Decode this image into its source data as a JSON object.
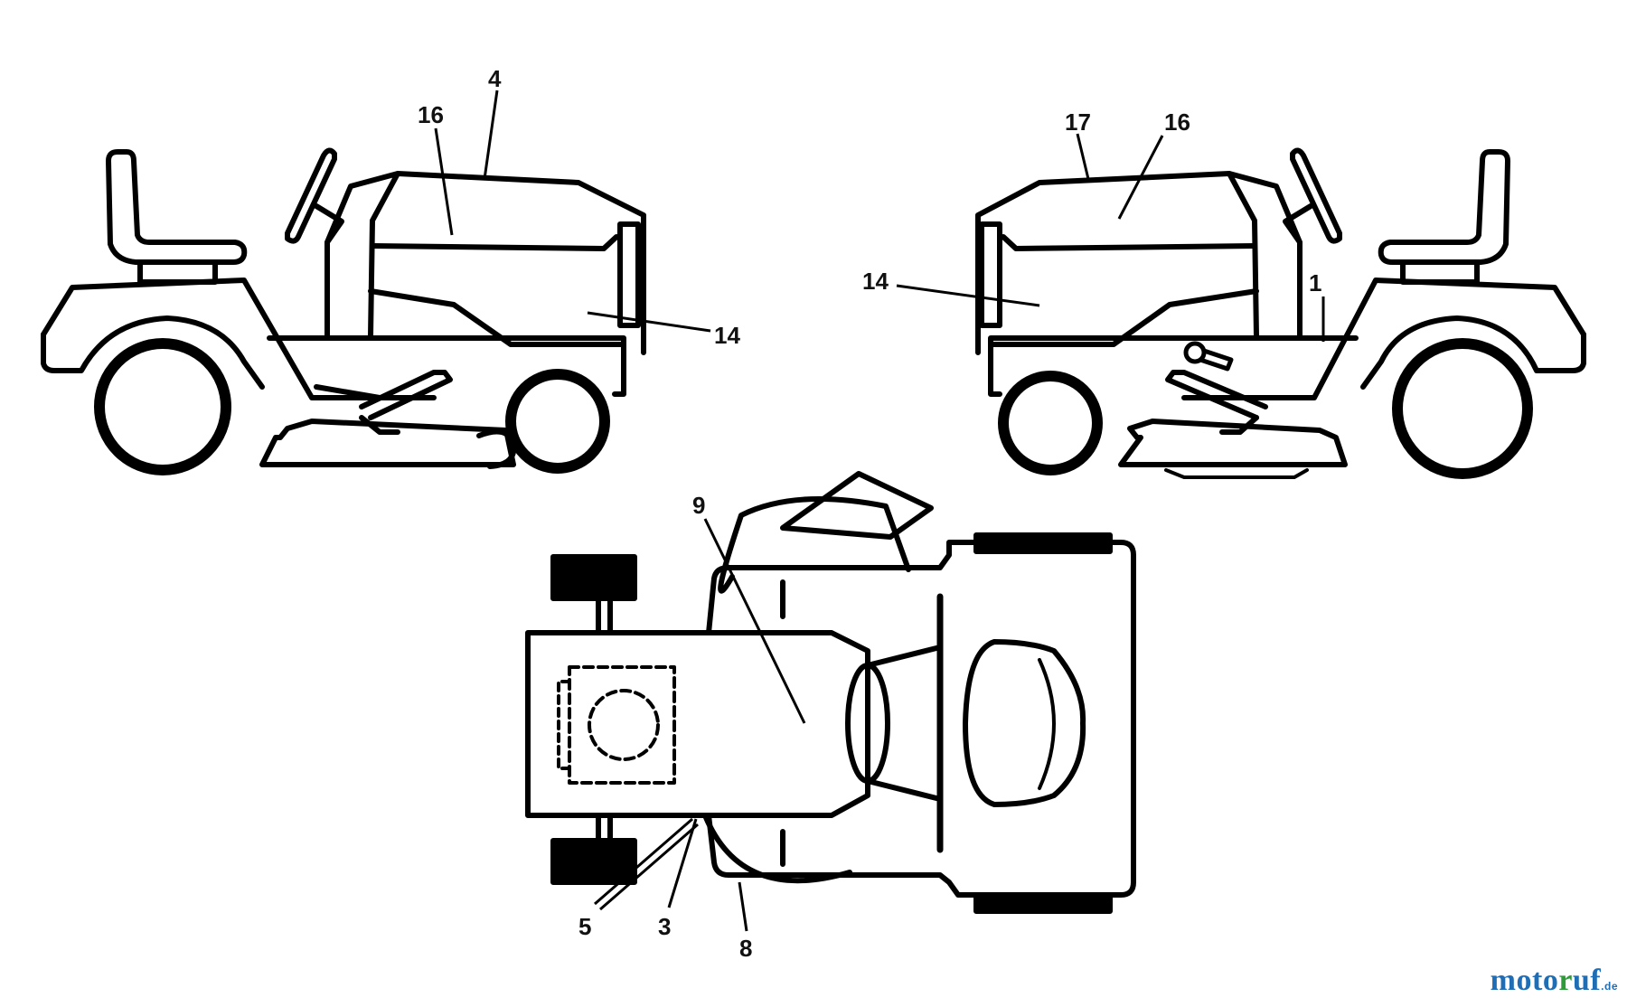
{
  "callouts": {
    "left_view": {
      "n4": "4",
      "n16": "16",
      "n14": "14"
    },
    "right_view": {
      "n17": "17",
      "n16": "16",
      "n14": "14",
      "n1": "1"
    },
    "top_view": {
      "n9": "9",
      "n5": "5",
      "n3": "3",
      "n8": "8"
    }
  },
  "watermark": {
    "part1": "moto",
    "part2": "r",
    "part3": "uf",
    "tld": ".de"
  },
  "colors": {
    "line": "#000000",
    "watermark_blue": "#1f6db5",
    "watermark_green": "#2f9a3a"
  }
}
